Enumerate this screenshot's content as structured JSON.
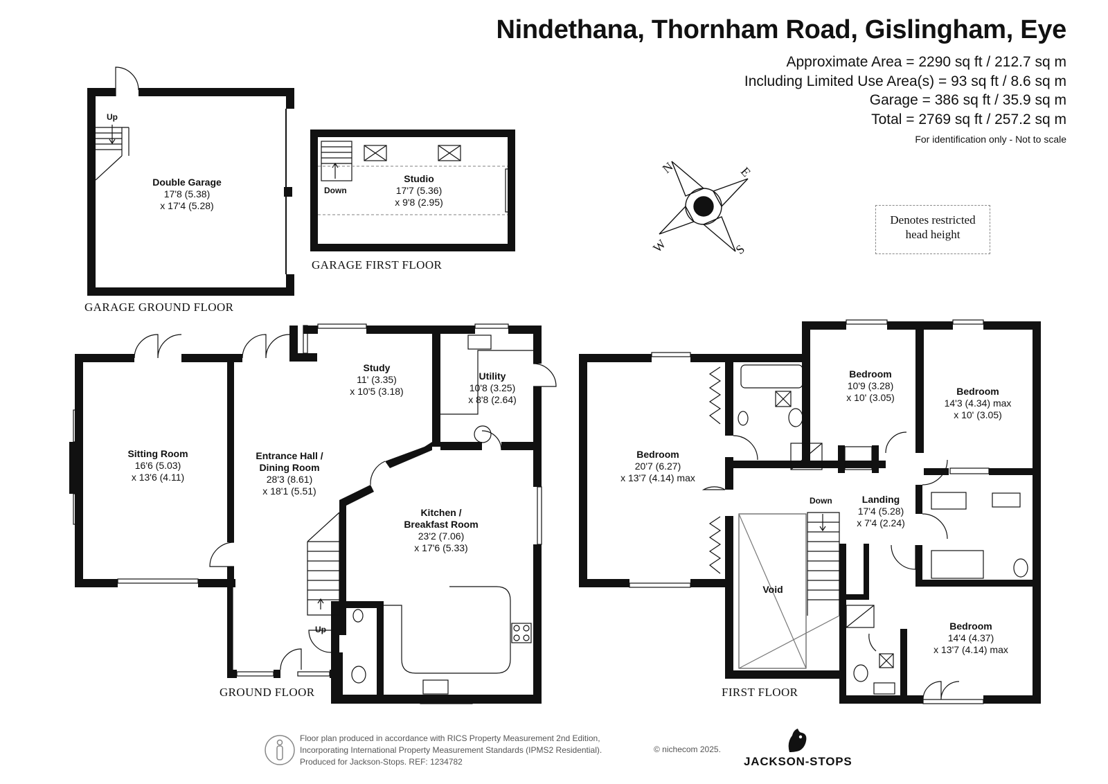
{
  "header": {
    "title": "Nindethana, Thornham Road, Gislingham, Eye",
    "area_lines": [
      "Approximate Area = 2290 sq ft / 212.7 sq m",
      "Including Limited Use Area(s) = 93 sq ft / 8.6 sq m",
      "Garage = 386 sq ft / 35.9 sq m",
      "Total = 2769 sq ft / 257.2 sq m"
    ],
    "note": "For identification only - Not to scale"
  },
  "legend": {
    "restricted_line1": "Denotes restricted",
    "restricted_line2": "head height"
  },
  "compass": {
    "n": "N",
    "e": "E",
    "s": "S",
    "w": "W"
  },
  "floors": {
    "garage_ground": "GARAGE GROUND FLOOR",
    "garage_first": "GARAGE FIRST FLOOR",
    "ground": "GROUND FLOOR",
    "first": "FIRST FLOOR"
  },
  "rooms": {
    "double_garage": {
      "name": "Double Garage",
      "dim1": "17'8 (5.38)",
      "dim2": "x 17'4 (5.28)"
    },
    "studio": {
      "name": "Studio",
      "dim1": "17'7 (5.36)",
      "dim2": "x 9'8 (2.95)"
    },
    "sitting": {
      "name": "Sitting Room",
      "dim1": "16'6 (5.03)",
      "dim2": "x 13'6 (4.11)"
    },
    "hall_l1": "Entrance Hall /",
    "hall": {
      "name": "Dining Room",
      "dim1": "28'3 (8.61)",
      "dim2": "x 18'1 (5.51)"
    },
    "study": {
      "name": "Study",
      "dim1": "11' (3.35)",
      "dim2": "x 10'5 (3.18)"
    },
    "utility": {
      "name": "Utility",
      "dim1": "10'8 (3.25)",
      "dim2": "x 8'8 (2.64)"
    },
    "kitchen_l1": "Kitchen /",
    "kitchen": {
      "name": "Breakfast Room",
      "dim1": "23'2 (7.06)",
      "dim2": "x 17'6 (5.33)"
    },
    "bed1": {
      "name": "Bedroom",
      "dim1": "20'7 (6.27)",
      "dim2": "x 13'7 (4.14) max"
    },
    "bed2": {
      "name": "Bedroom",
      "dim1": "10'9 (3.28)",
      "dim2": "x 10' (3.05)"
    },
    "bed3": {
      "name": "Bedroom",
      "dim1": "14'3 (4.34) max",
      "dim2": "x 10' (3.05)"
    },
    "landing": {
      "name": "Landing",
      "dim1": "17'4 (5.28)",
      "dim2": "x 7'4 (2.24)"
    },
    "bed4": {
      "name": "Bedroom",
      "dim1": "14'4 (4.37)",
      "dim2": "x 13'7 (4.14) max"
    },
    "void": "Void"
  },
  "stairs": {
    "garage_up": "Up",
    "studio_down": "Down",
    "ground_up": "Up",
    "first_down": "Down"
  },
  "footer": {
    "line1": "Floor plan produced in accordance with RICS Property Measurement 2nd Edition,",
    "line2": "Incorporating International Property Measurement Standards (IPMS2 Residential).",
    "line3": "Produced for Jackson-Stops.   REF:  1234782",
    "copyright": "© nichecom 2025.",
    "brand": "JACKSON-STOPS"
  }
}
